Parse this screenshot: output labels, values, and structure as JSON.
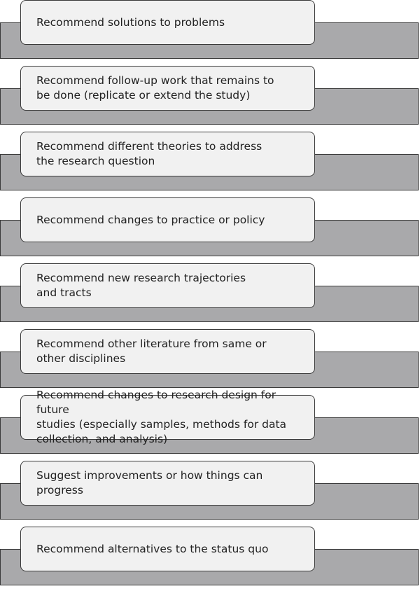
{
  "items": [
    {
      "text": "Recommend solutions to problems"
    },
    {
      "text": "Recommend follow-up work that remains to\nbe done (replicate or extend the study)"
    },
    {
      "text": "Recommend different theories to address\nthe research question"
    },
    {
      "text": "Recommend changes to practice or policy"
    },
    {
      "text": "Recommend new research trajectories\nand tracts"
    },
    {
      "text": "Recommend other literature from same or\nother disciplines"
    },
    {
      "text": "Recommend changes to research design for future\nstudies (especially samples, methods for data\ncollection, and analysis)"
    },
    {
      "text": "Suggest improvements or how things can progress"
    },
    {
      "text": "Recommend alternatives to the status quo"
    }
  ],
  "colors": {
    "bar": "#a9a9ab",
    "card": "#f1f1f1",
    "border": "#3a3a3a",
    "text": "#222222"
  }
}
